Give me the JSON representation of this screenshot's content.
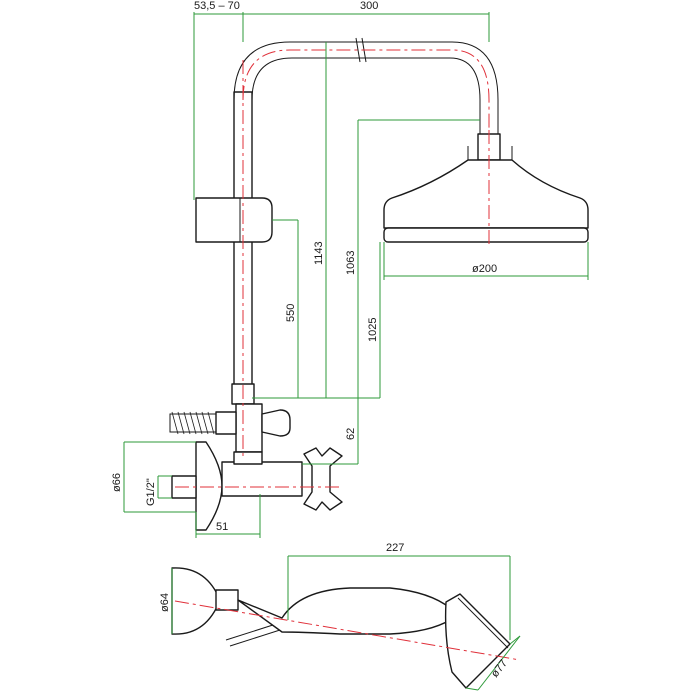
{
  "colors": {
    "outline": "#1a1a1a",
    "axis": "#e0303a",
    "dimension": "#2e9a3a"
  },
  "dimensions": {
    "offset_range": "53,5 – 70",
    "arm_length": "300",
    "riser_total": "1143",
    "head_height": "1063",
    "head_bottom": "1025",
    "slider_height": "550",
    "head_diameter": "ø200",
    "valve_offset": "62",
    "flange_diameter": "ø66",
    "thread": "G1/2\"",
    "flange_depth": "51",
    "handshower_length": "227",
    "holder_diameter": "ø64",
    "handshower_head_diameter": "ø77"
  }
}
